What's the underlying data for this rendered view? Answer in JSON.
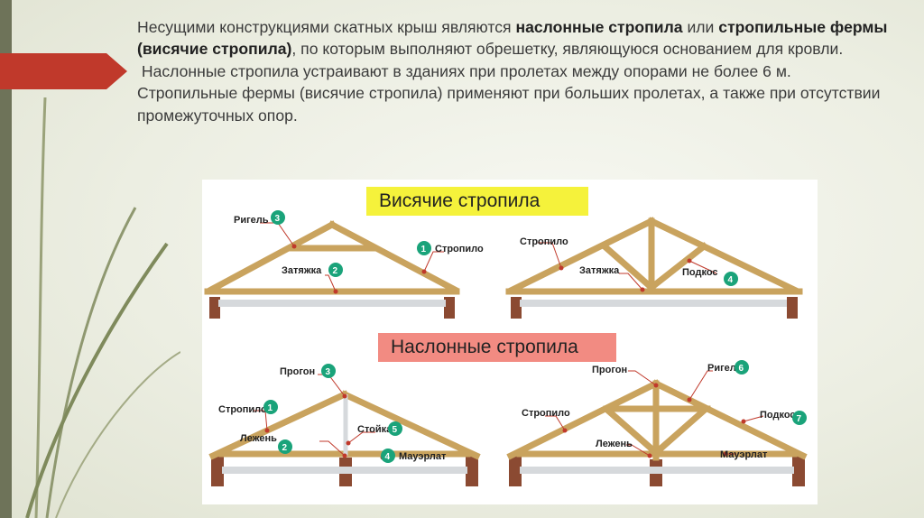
{
  "slide": {
    "intro_plain_1": "Несущими конструкциями скатных крыш являются ",
    "intro_bold_1": "наслонные стропила",
    "intro_plain_2": " или ",
    "intro_bold_2": "стропильные фермы (висячие стропила)",
    "intro_plain_3": ", по которым выполняют обрешетку, являющуюся основанием для кровли.",
    "para2": " Наслонные стропила устраивают в зданиях при пролетах между опорами не более 6 м.",
    "para3": "Стропильные фермы (висячие стропила) применяют при больших пролетах, а также при отсутствии промежуточных опор."
  },
  "figure": {
    "top_title": "Висячие стропила",
    "bottom_title": "Наслонные стропила",
    "accent_green": "#1aa37a",
    "pink_banner": "#f28b82",
    "yellow_banner": "#f5f23b",
    "wood_color": "#e9c783",
    "labels": {
      "d1_rigel": "Ригель",
      "d1_rigel_n": "3",
      "d1_stropilo": "Стропило",
      "d1_stropilo_n": "1",
      "d1_zatyazhka": "Затяжка",
      "d1_zatyazhka_n": "2",
      "d2_stropilo": "Стропило",
      "d2_zatyazhka": "Затяжка",
      "d2_podkos": "Подкос",
      "d2_podkos_n": "4",
      "d3_progon": "Прогон",
      "d3_progon_n": "3",
      "d3_stropilo": "Стропило",
      "d3_stropilo_n": "1",
      "d3_stoyka": "Стойка",
      "d3_stoyka_n": "5",
      "d3_lezhen": "Лежень",
      "d3_lezhen_n": "2",
      "d3_mauerlat": "Мауэрлат",
      "d3_mauerlat_n": "4",
      "d4_progon": "Прогон",
      "d4_rigel": "Ригель",
      "d4_rigel_n": "6",
      "d4_stropilo": "Стропило",
      "d4_podkos": "Подкос",
      "d4_podkos_n": "7",
      "d4_lezhen": "Лежень",
      "d4_mauerlat": "Мауэрлат"
    }
  }
}
